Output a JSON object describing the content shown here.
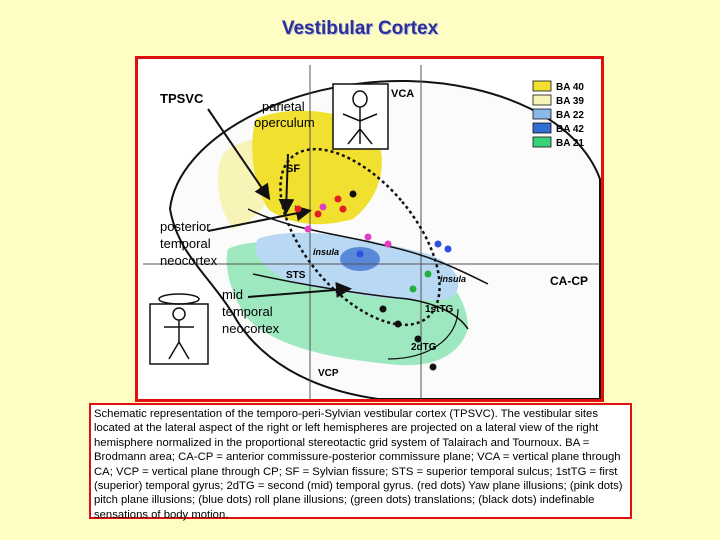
{
  "title": "Vestibular Cortex",
  "diagram": {
    "labels": {
      "tpsvc": "TPSVC",
      "parietal_line1": "parietal",
      "parietal_line2": "operculum",
      "vca": "VCA",
      "sf": "SF",
      "posterior_line1": "posterior",
      "posterior_line2": "temporal",
      "posterior_line3": "neocortex",
      "insula_upper": "insula",
      "sts": "STS",
      "insula_lower": "insula",
      "cacp": "CA-CP",
      "first_tg": "1stTG",
      "mid_line1": "mid",
      "mid_line2": "temporal",
      "mid_line3": "neocortex",
      "second_tg": "2dTG",
      "vcp": "VCP"
    },
    "legend": [
      {
        "label": "BA 40",
        "color": "#f2e030"
      },
      {
        "label": "BA 39",
        "color": "#f8f4b8"
      },
      {
        "label": "BA 22",
        "color": "#8ab8e8"
      },
      {
        "label": "BA 42",
        "color": "#2f6fd0"
      },
      {
        "label": "BA 21",
        "color": "#38d47a"
      }
    ],
    "dot_colors": {
      "red": "#e02020",
      "pink": "#e040c0",
      "blue": "#3050e0",
      "green": "#20b040",
      "black": "#111111"
    }
  },
  "caption": {
    "text": "Schematic representation of the temporo-peri-Sylvian vestibular cortex (TPSVC). The vestibular sites located at the lateral aspect of the right or left hemispheres are projected on a lateral view of the right hemisphere normalized in the proportional stereotactic grid system of Talairach and Tournoux. BA = Brodmann area; CA-CP = anterior commissure-posterior commissure plane; VCA = vertical plane through CA; VCP = vertical plane through CP; SF = Sylvian fissure; STS = superior temporal sulcus; 1stTG = first (superior) temporal gyrus; 2dTG = second (mid) temporal gyrus. (red dots) Yaw plane illusions; (pink dots) pitch plane illusions; (blue dots) roll plane illusions; (green dots) translations; (black dots) indefinable sensations of body motion."
  }
}
